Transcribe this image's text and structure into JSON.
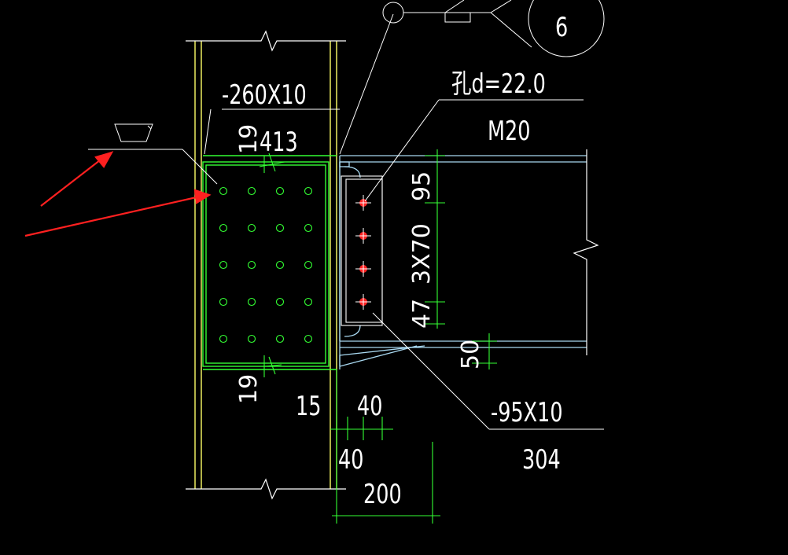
{
  "labels": {
    "plate_top": "-260X10",
    "dim_19_top": "19",
    "dim_413": "413",
    "hole_d": "孔d=22.0",
    "bolt": "M20",
    "circle_id": "6",
    "dim_95": "95",
    "dim_3x70": "3X70",
    "dim_47": "47",
    "dim_50": "50",
    "dim_19_bottom": "19",
    "dim_15": "15",
    "dim_40_a": "40",
    "dim_40_b": "40",
    "dim_200": "200",
    "plate_side": "-95X10",
    "dim_304": "304"
  },
  "colors": {
    "background": "#000000",
    "column": "#ffff66",
    "beam": "#a8d8f0",
    "plate": "#33ff33",
    "dimension": "#33ff33",
    "leader": "#ffffff",
    "bolt": "#ff2222",
    "arrow": "#ff2020"
  }
}
